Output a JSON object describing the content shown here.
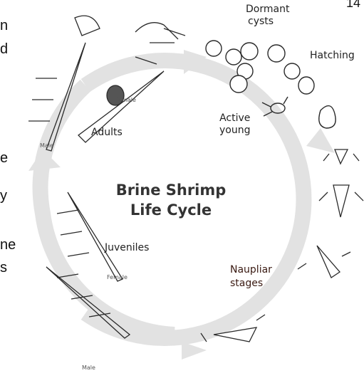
{
  "diagram": {
    "title_line1": "Brine Shrimp",
    "title_line2": "Life Cycle",
    "stages": {
      "dormant_line1": "Dormant",
      "dormant_line2": "cysts",
      "hatching": "Hatching",
      "active_line1": "Active",
      "active_line2": "young",
      "adults": "Adults",
      "juveniles": "Juveniles",
      "nauplii_line1": "Naupliar",
      "nauplii_line2": "stages"
    },
    "sex_labels": {
      "female_adult": "Female",
      "male_adult": "Male",
      "female_juvenile": "Female",
      "male_juvenile": "Male"
    },
    "arrow_color": "#e2e2e2",
    "ink_color": "#2a2a2a"
  },
  "cropped_page_text": {
    "page_number": "14",
    "left_fragments": [
      "n",
      "d",
      "e",
      "y",
      "ne",
      "s"
    ]
  }
}
